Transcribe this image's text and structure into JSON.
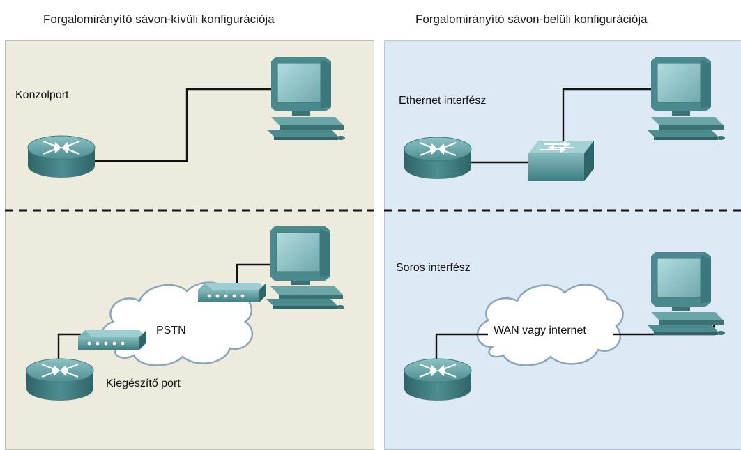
{
  "left_panel": {
    "title": "Forgalomirányító sávon-kívüli konfigurációja",
    "top_label": "Konzolport",
    "bottom_label": "Kiegészítő port",
    "cloud_label": "PSTN"
  },
  "right_panel": {
    "title": "Forgalomirányító sávon-belüli konfigurációja",
    "top_label": "Ethernet interfész",
    "bottom_label": "Soros interfész",
    "cloud_label": "WAN vagy internet"
  },
  "colors": {
    "left_bg": "#ecebdd",
    "right_bg": "#ddeaf5",
    "device_teal": "#4f8f92",
    "screen": "#8fc3c6"
  }
}
